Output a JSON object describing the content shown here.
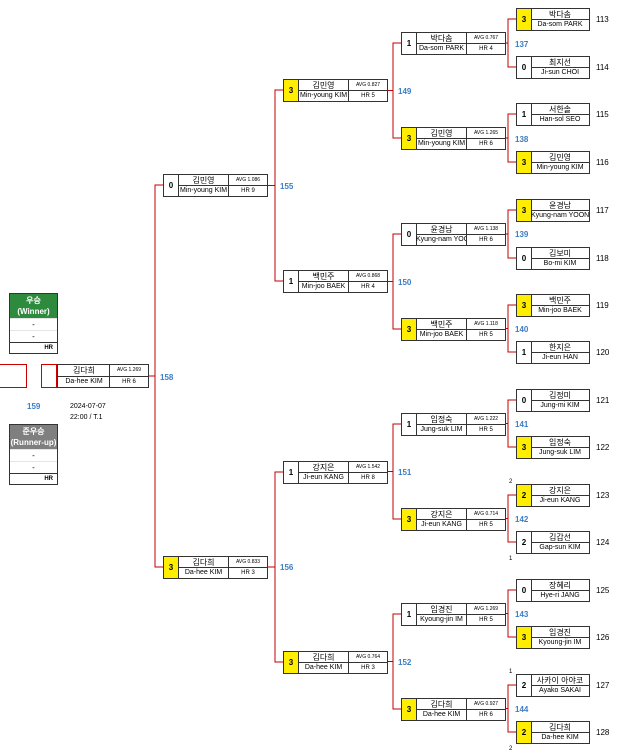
{
  "seeds": [
    {
      "num": "113",
      "kr": "박다솜",
      "en": "Da-som PARK",
      "score": "3",
      "win": true
    },
    {
      "num": "114",
      "kr": "최지선",
      "en": "Ji-sun CHOI",
      "score": "0",
      "win": false
    },
    {
      "num": "115",
      "kr": "서한솔",
      "en": "Han-sol SEO",
      "score": "1",
      "win": false
    },
    {
      "num": "116",
      "kr": "김민영",
      "en": "Min-young KIM",
      "score": "3",
      "win": true
    },
    {
      "num": "117",
      "kr": "윤경남",
      "en": "Kyung-nam YOON",
      "score": "3",
      "win": true
    },
    {
      "num": "118",
      "kr": "김보미",
      "en": "Bo-mi KIM",
      "score": "0",
      "win": false
    },
    {
      "num": "119",
      "kr": "백민주",
      "en": "Min-joo BAEK",
      "score": "3",
      "win": true
    },
    {
      "num": "120",
      "kr": "한지은",
      "en": "Ji-eun HAN",
      "score": "1",
      "win": false
    },
    {
      "num": "121",
      "kr": "김정미",
      "en": "Jung-mi KIM",
      "score": "0",
      "win": false
    },
    {
      "num": "122",
      "kr": "임정숙",
      "en": "Jung-suk LIM",
      "score": "3",
      "win": true
    },
    {
      "num": "123",
      "kr": "강지은",
      "en": "Ji-eun KANG",
      "score": "2",
      "win": true,
      "hs": "2"
    },
    {
      "num": "124",
      "kr": "김갑선",
      "en": "Gap-sun KIM",
      "score": "2",
      "win": false,
      "hs": "1"
    },
    {
      "num": "125",
      "kr": "장혜리",
      "en": "Hye-ri JANG",
      "score": "0",
      "win": false
    },
    {
      "num": "126",
      "kr": "임경진",
      "en": "Kyoung-jin IM",
      "score": "3",
      "win": true
    },
    {
      "num": "127",
      "kr": "사카이 아야코",
      "en": "Ayako SAKAI",
      "score": "2",
      "win": false,
      "hs": "1"
    },
    {
      "num": "128",
      "kr": "김다희",
      "en": "Da-hee KIM",
      "score": "2",
      "win": true,
      "hs": "2"
    }
  ],
  "r16": [
    {
      "kr": "박다솜",
      "en": "Da-som PARK",
      "avg": "AVG 0.767",
      "hr": "HR 4",
      "score": "1",
      "win": false
    },
    {
      "kr": "김민영",
      "en": "Min-young KIM",
      "avg": "AVG 1.265",
      "hr": "HR 6",
      "score": "3",
      "win": true
    },
    {
      "kr": "윤경남",
      "en": "Kyung-nam YOON",
      "avg": "AVG 1.138",
      "hr": "HR 6",
      "score": "0",
      "win": false
    },
    {
      "kr": "백민주",
      "en": "Min-joo BAEK",
      "avg": "AVG 1.118",
      "hr": "HR 5",
      "score": "3",
      "win": true
    },
    {
      "kr": "임정숙",
      "en": "Jung-suk LIM",
      "avg": "AVG 1.222",
      "hr": "HR 5",
      "score": "1",
      "win": false
    },
    {
      "kr": "강지은",
      "en": "Ji-eun KANG",
      "avg": "AVG 0.714",
      "hr": "HR 5",
      "score": "3",
      "win": true
    },
    {
      "kr": "임경진",
      "en": "Kyoung-jin IM",
      "avg": "AVG 1.269",
      "hr": "HR 5",
      "score": "1",
      "win": false
    },
    {
      "kr": "김다희",
      "en": "Da-hee KIM",
      "avg": "AVG 0.927",
      "hr": "HR 6",
      "score": "3",
      "win": true
    }
  ],
  "qf": [
    {
      "kr": "김민영",
      "en": "Min-young KIM",
      "avg": "AVG 0.827",
      "hr": "HR 5",
      "score": "3",
      "win": true
    },
    {
      "kr": "백민주",
      "en": "Min-joo BAEK",
      "avg": "AVG 0.868",
      "hr": "HR 4",
      "score": "1",
      "win": false
    },
    {
      "kr": "강지은",
      "en": "Ji-eun KANG",
      "avg": "AVG 1.542",
      "hr": "HR 8",
      "score": "1",
      "win": false
    },
    {
      "kr": "김다희",
      "en": "Da-hee KIM",
      "avg": "AVG 0.764",
      "hr": "HR 3",
      "score": "3",
      "win": true
    }
  ],
  "sf": [
    {
      "kr": "김민영",
      "en": "Min-young KIM",
      "avg": "AVG 1.086",
      "hr": "HR 9",
      "score": "0",
      "win": false
    },
    {
      "kr": "김다희",
      "en": "Da-hee KIM",
      "avg": "AVG 0.833",
      "hr": "HR 3",
      "score": "3",
      "win": true
    }
  ],
  "final": {
    "kr": "김다희",
    "en": "Da-hee KIM",
    "avg": "AVG 1.269",
    "hr": "HR 6"
  },
  "match_numbers": [
    "137",
    "138",
    "139",
    "140",
    "141",
    "142",
    "143",
    "144",
    "149",
    "150",
    "151",
    "152",
    "155",
    "156",
    "158",
    "159"
  ],
  "winner": {
    "title": "우승",
    "subtitle": "(Winner)",
    "line1": "-",
    "line2": "-",
    "hr": "HR",
    "color": "#2e8b3e"
  },
  "runner_up": {
    "title": "준우승",
    "subtitle": "(Runner-up)",
    "line1": "-",
    "line2": "-",
    "hr": "HR",
    "color": "#7f7f7f"
  },
  "final_info": {
    "date": "2024-07-07",
    "time": "22:00 / T.1"
  },
  "colors": {
    "line": "#c00000",
    "win": "#ffee00",
    "match": "#3c7dc4"
  }
}
